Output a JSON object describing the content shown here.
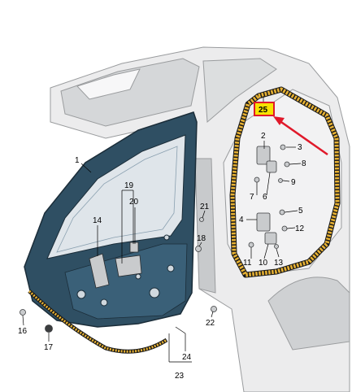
{
  "colors": {
    "door_blue": "#2f4f63",
    "door_glass": "#dfe5ea",
    "seal_yellow": "#e8b233",
    "seal_black": "#1a1a1a",
    "highlight_yellow": "#f6e200",
    "highlight_red": "#e0192a",
    "body_grey": "#d9dadc",
    "line_grey": "#8a8c8e"
  },
  "callouts": {
    "c1": "1",
    "c2": "2",
    "c3": "3",
    "c4": "4",
    "c5": "5",
    "c6": "6",
    "c7": "7",
    "c8": "8",
    "c9": "9",
    "c10": "10",
    "c11": "11",
    "c12": "12",
    "c13": "13",
    "c14": "14",
    "c16": "16",
    "c17": "17",
    "c18": "18",
    "c19": "19",
    "c20": "20",
    "c21": "21",
    "c22": "22",
    "c23": "23",
    "c24": "24",
    "c25": "25"
  },
  "highlighted_callout": "25"
}
